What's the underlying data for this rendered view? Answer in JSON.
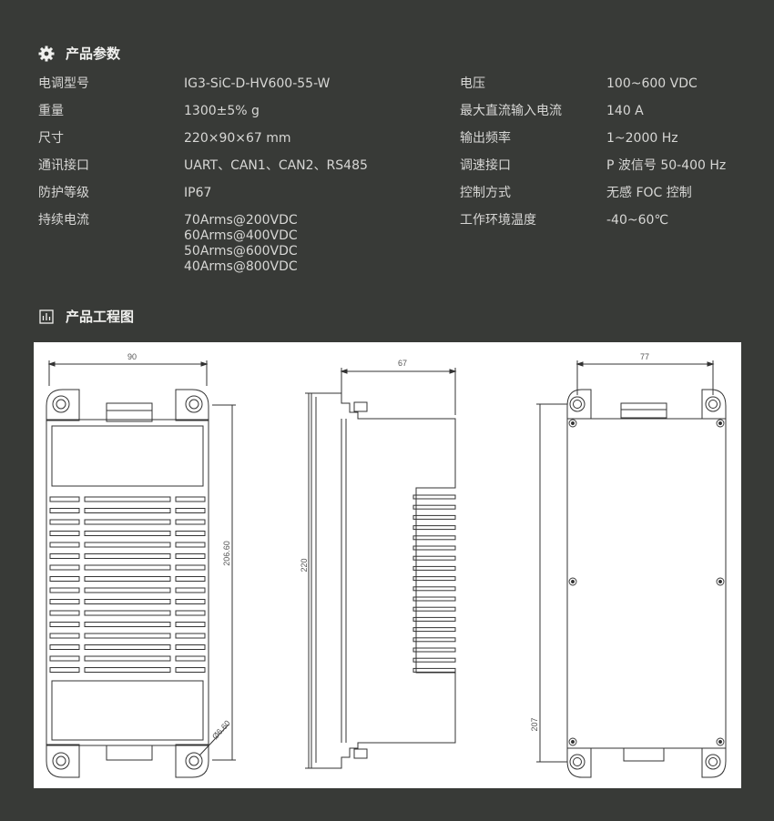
{
  "params_section": {
    "title": "产品参数",
    "icon": "gear-icon"
  },
  "specs_left": [
    {
      "label": "电调型号",
      "value": "IG3-SiC-D-HV600-55-W"
    },
    {
      "label": "重量",
      "value": "1300±5% g"
    },
    {
      "label": "尺寸",
      "value": "220×90×67 mm"
    },
    {
      "label": "通讯接口",
      "value": "UART、CAN1、CAN2、RS485"
    },
    {
      "label": "防护等级",
      "value": "IP67"
    }
  ],
  "continuous_current": {
    "label": "持续电流",
    "values": [
      "70Arms@200VDC",
      "60Arms@400VDC",
      "50Arms@600VDC",
      "40Arms@800VDC"
    ]
  },
  "specs_right": [
    {
      "label": "电压",
      "value": "100~600 VDC"
    },
    {
      "label": "最大直流输入电流",
      "value": "140 A"
    },
    {
      "label": "输出频率",
      "value": "1~2000 Hz"
    },
    {
      "label": "调速接口",
      "value": "P 波信号 50-400 Hz"
    },
    {
      "label": "控制方式",
      "value": "无感 FOC 控制"
    },
    {
      "label": "工作环境温度",
      "value": "-40~60℃"
    }
  ],
  "drawing_section": {
    "title": "产品工程图",
    "icon": "chart-icon"
  },
  "drawing_dims": {
    "front_width": "90",
    "front_height": "206.60",
    "hole_dia": "Ø6.60",
    "side_depth": "67",
    "side_height": "220",
    "back_width": "77",
    "back_height": "207"
  }
}
